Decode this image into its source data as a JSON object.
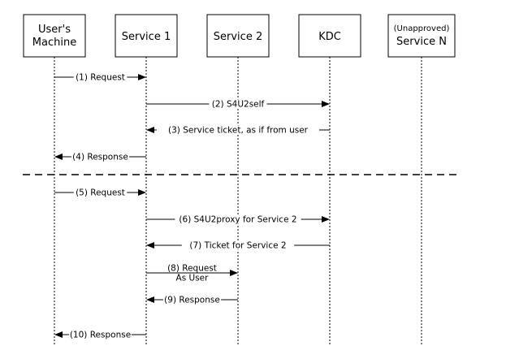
{
  "participants": [
    {
      "id": "user",
      "lines": [
        "User's",
        "Machine"
      ]
    },
    {
      "id": "s1",
      "lines": [
        "Service 1"
      ]
    },
    {
      "id": "s2",
      "lines": [
        "Service 2"
      ]
    },
    {
      "id": "kdc",
      "lines": [
        "KDC"
      ]
    },
    {
      "id": "sn",
      "lines": [
        "(Unapproved)",
        "Service N"
      ]
    }
  ],
  "messages": [
    {
      "from": "user",
      "to": "s1",
      "lines": [
        "(1) Request"
      ]
    },
    {
      "from": "s1",
      "to": "kdc",
      "lines": [
        "(2) S4U2self"
      ]
    },
    {
      "from": "kdc",
      "to": "s1",
      "lines": [
        "(3) Service ticket, as if from user"
      ]
    },
    {
      "from": "s1",
      "to": "user",
      "lines": [
        "(4) Response"
      ]
    },
    {
      "from": "user",
      "to": "s1",
      "lines": [
        "(5) Request"
      ]
    },
    {
      "from": "s1",
      "to": "kdc",
      "lines": [
        "(6) S4U2proxy for Service 2"
      ]
    },
    {
      "from": "kdc",
      "to": "s1",
      "lines": [
        "(7) Ticket for Service 2"
      ]
    },
    {
      "from": "s1",
      "to": "s2",
      "lines": [
        "(8) Request",
        "As User"
      ]
    },
    {
      "from": "s2",
      "to": "s1",
      "lines": [
        "(9) Response"
      ]
    },
    {
      "from": "s1",
      "to": "user",
      "lines": [
        "(10) Response"
      ]
    }
  ]
}
